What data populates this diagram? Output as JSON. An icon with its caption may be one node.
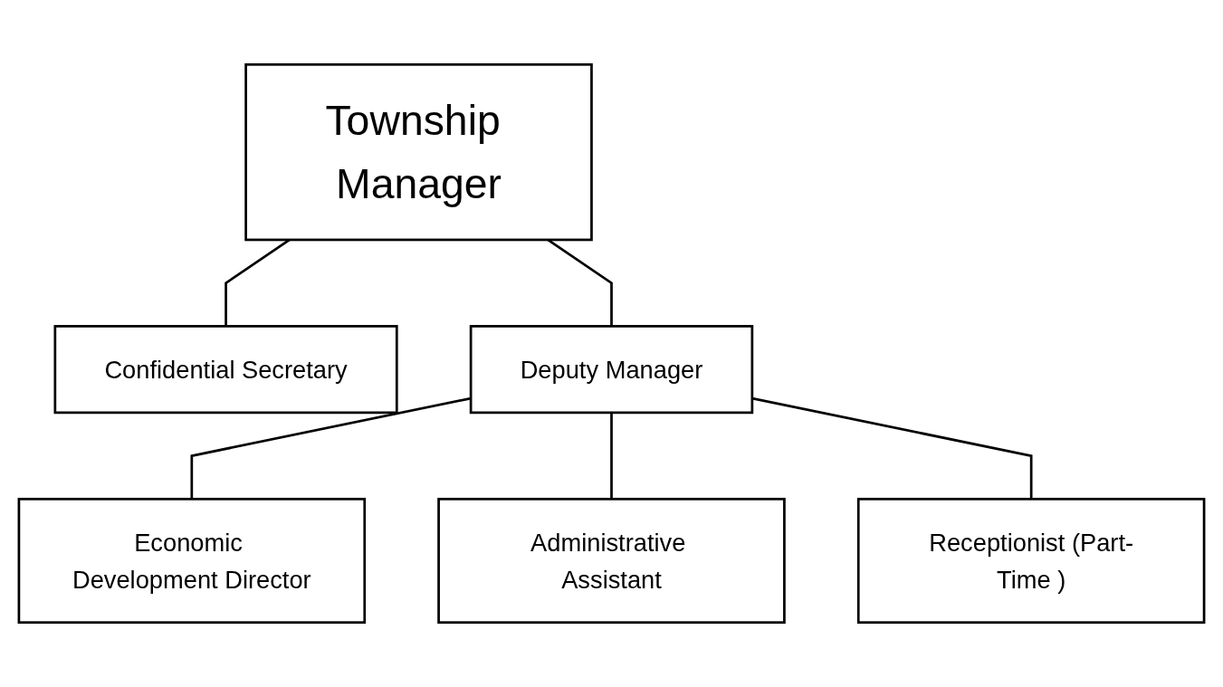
{
  "diagram": {
    "nodes": [
      {
        "text": [
          "Township Manager"
        ]
      },
      {
        "text": [
          "Confidential Secretary"
        ]
      },
      {
        "text": [
          "Deputy Manager"
        ]
      },
      {
        "text": [
          "Economic Development Director"
        ]
      },
      {
        "text": [
          "Administrative Assistant"
        ]
      },
      {
        "text": [
          "Receptionist (Part-Time )"
        ]
      }
    ],
    "edges": [
      {
        "from": 0,
        "to": 1,
        "arrow": "none"
      },
      {
        "from": 0,
        "to": 2,
        "arrow": "none"
      },
      {
        "from": 2,
        "to": 3,
        "arrow": "none"
      },
      {
        "from": 2,
        "to": 4,
        "arrow": "none"
      },
      {
        "from": 2,
        "to": 5,
        "arrow": "none"
      }
    ]
  }
}
